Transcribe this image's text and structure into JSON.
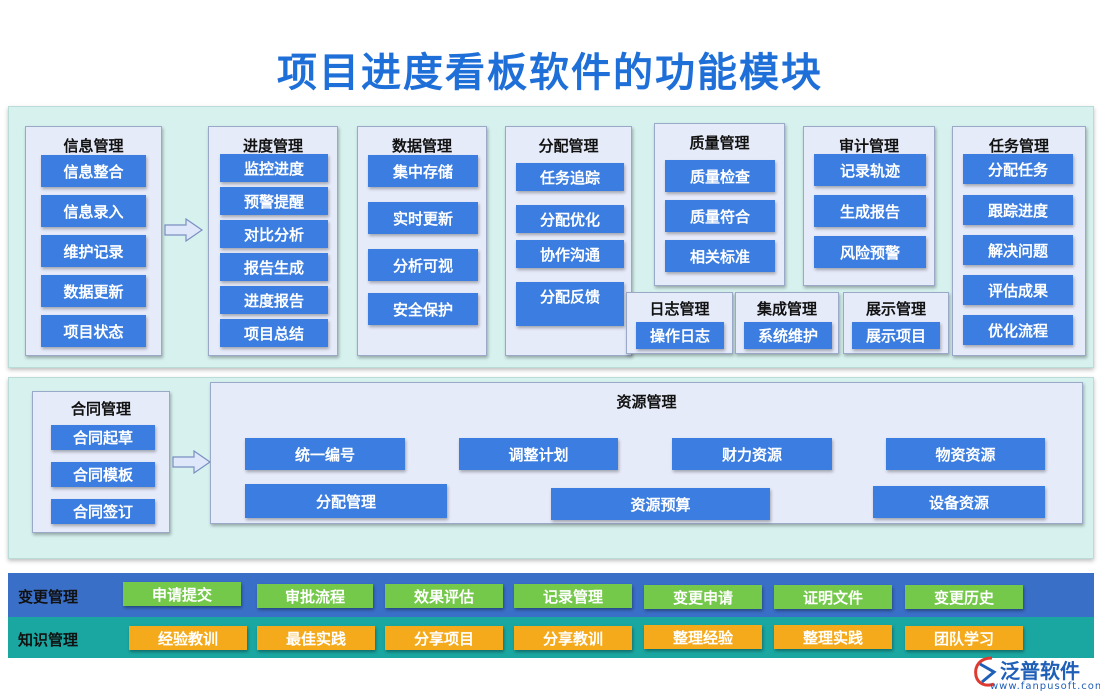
{
  "title": "项目进度看板软件的功能模块",
  "modules": {
    "info": {
      "title": "信息管理",
      "items": [
        "信息整合",
        "信息录入",
        "维护记录",
        "数据更新",
        "项目状态"
      ]
    },
    "progress": {
      "title": "进度管理",
      "items": [
        "监控进度",
        "预警提醒",
        "对比分析",
        "报告生成",
        "进度报告",
        "项目总结"
      ]
    },
    "data": {
      "title": "数据管理",
      "items": [
        "集中存储",
        "实时更新",
        "分析可视",
        "安全保护"
      ]
    },
    "alloc": {
      "title": "分配管理",
      "items": [
        "任务追踪",
        "分配优化",
        "协作沟通",
        "分配反馈"
      ]
    },
    "quality": {
      "title": "质量管理",
      "items": [
        "质量检查",
        "质量符合",
        "相关标准"
      ]
    },
    "audit": {
      "title": "审计管理",
      "items": [
        "记录轨迹",
        "生成报告",
        "风险预警"
      ]
    },
    "task": {
      "title": "任务管理",
      "items": [
        "分配任务",
        "跟踪进度",
        "解决问题",
        "评估成果",
        "优化流程"
      ]
    },
    "log": {
      "title": "日志管理",
      "items": [
        "操作日志"
      ]
    },
    "integration": {
      "title": "集成管理",
      "items": [
        "系统维护"
      ]
    },
    "display": {
      "title": "展示管理",
      "items": [
        "展示项目"
      ]
    },
    "contract": {
      "title": "合同管理",
      "items": [
        "合同起草",
        "合同模板",
        "合同签订"
      ]
    },
    "resource": {
      "title": "资源管理",
      "items": [
        "统一编号",
        "调整计划",
        "财力资源",
        "物资资源",
        "分配管理",
        "资源预算",
        "设备资源"
      ]
    }
  },
  "bars": {
    "change": {
      "label": "变更管理",
      "items": [
        "申请提交",
        "审批流程",
        "效果评估",
        "记录管理",
        "变更申请",
        "证明文件",
        "变更历史"
      ],
      "color": "#74c84a"
    },
    "knowledge": {
      "label": "知识管理",
      "items": [
        "经验教训",
        "最佳实践",
        "分享项目",
        "分享教训",
        "整理经验",
        "整理实践",
        "团队学习"
      ],
      "color": "#f5aa1c"
    }
  },
  "brand": {
    "name": "泛普软件",
    "url": "www.fanpusoft.com"
  },
  "colors": {
    "title": "#1f6fd8",
    "item": "#3b7de0",
    "panel": "#d6f1ee",
    "module": "#e6ebfa",
    "bar_blue": "#3a6fc8",
    "bar_teal": "#1aa7a1"
  }
}
